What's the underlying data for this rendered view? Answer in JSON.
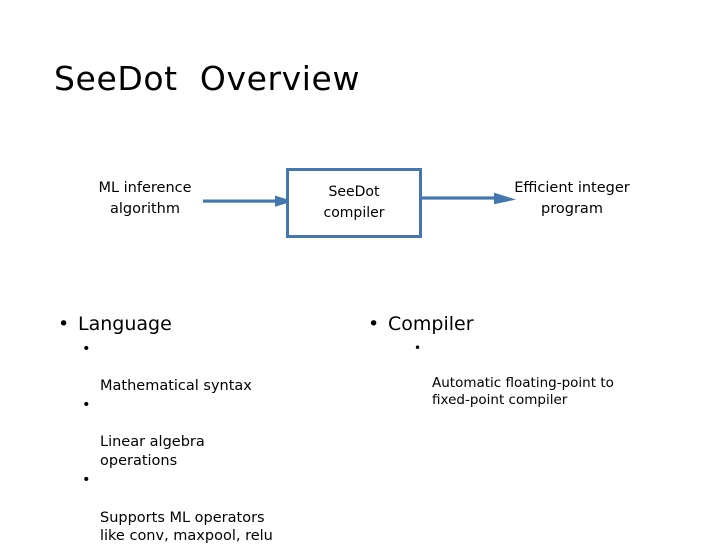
{
  "slide": {
    "title": "SeeDot  Overview",
    "background_color": "#ffffff",
    "accent_color": "#4477AD"
  },
  "diagram": {
    "input_label": "ML  inference\nalgorithm",
    "box_line1": "SeeDot",
    "box_line2": "compiler",
    "output_label": "Efficient  integer\nprogram",
    "arrow_left_name": "arrow-right-icon",
    "arrow_right_name": "arrow-right-icon"
  },
  "columns": [
    {
      "heading": "Language",
      "bullet_glyph": "•",
      "sub_bullet_glyph": "•",
      "items": [
        "Mathematical  syntax",
        "Linear  algebra\noperations",
        "Supports  ML  operators\nlike  conv,  maxpool,  relu"
      ]
    },
    {
      "heading": "Compiler",
      "bullet_glyph": "•",
      "sub_bullet_glyph": "•",
      "items": [
        "Automatic  floating-point  to\nfixed-point  compiler"
      ]
    }
  ]
}
